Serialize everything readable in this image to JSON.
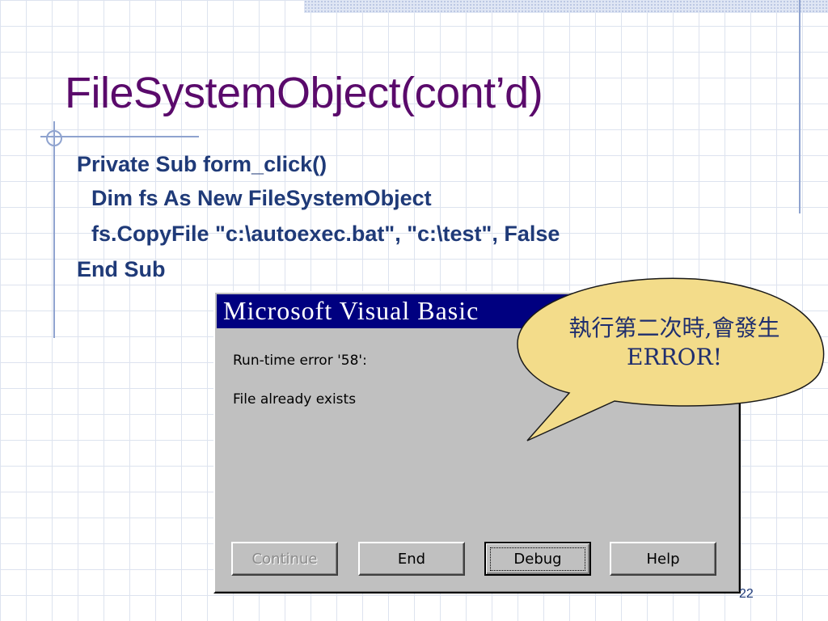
{
  "slide": {
    "title": "FileSystemObject(cont’d)",
    "page_number": "22"
  },
  "code": {
    "lines": [
      "Private Sub form_click()",
      "Dim fs As New FileSystemObject",
      "fs.CopyFile \"c:\\autoexec.bat\", \"c:\\test\", False",
      "End Sub"
    ]
  },
  "dialog": {
    "title": "Microsoft Visual Basic",
    "error_line": "Run-time error '58':",
    "message": "File already exists",
    "buttons": {
      "continue_label": "Continue",
      "end_label": "End",
      "debug_label": "Debug",
      "help_label": "Help"
    }
  },
  "callout": {
    "line1": "執行第二次時,會發生",
    "line2": "ERROR!"
  },
  "colors": {
    "title": "#5a0a6b",
    "code": "#1f3a78",
    "dialog_titlebar": "#000080",
    "callout_fill": "#f3dc8a"
  }
}
